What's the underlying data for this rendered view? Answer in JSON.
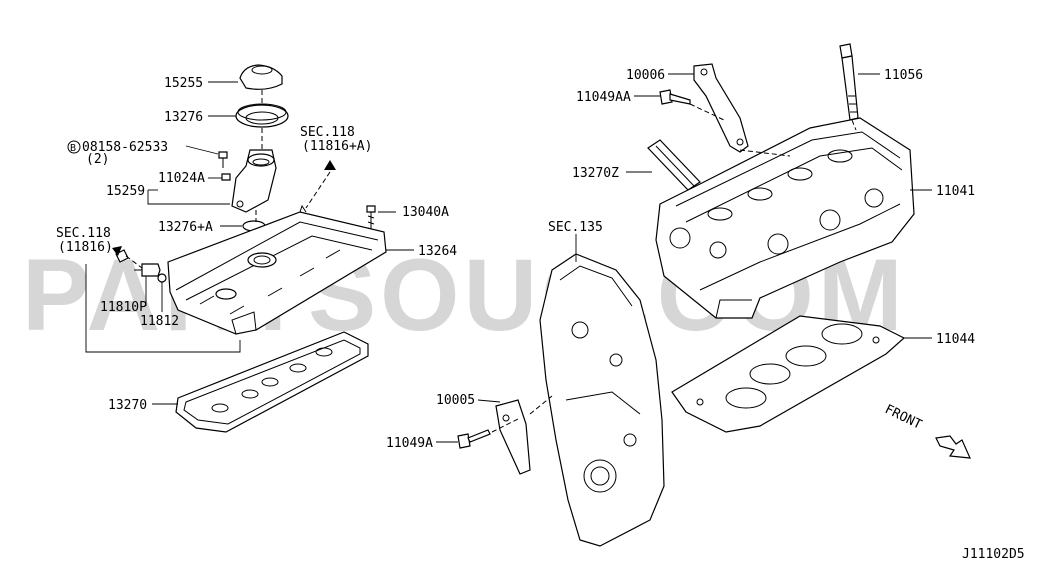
{
  "watermark": "PARTSOUQ.COM",
  "diagram_code": "J11102D5",
  "front_label": "FRONT",
  "labels": {
    "p15255": "15255",
    "p13276": "13276",
    "p08158": "08158-62533",
    "p08158_qty": "(2)",
    "b_mark": "B",
    "p11024a": "11024A",
    "p15259": "15259",
    "p13276a": "13276+A",
    "p13040a": "13040A",
    "p13264": "13264",
    "sec118_a": "SEC.118",
    "sec118_a_ref": "(11816+A)",
    "sec118_b": "SEC.118",
    "sec118_b_ref": "(11816)",
    "p11810p": "11810P",
    "p11812": "11812",
    "p13270": "13270",
    "p10006": "10006",
    "p11049aa": "11049AA",
    "p11056": "11056",
    "p13270z": "13270Z",
    "p11041": "11041",
    "sec135": "SEC.135",
    "p11044": "11044",
    "p10005": "10005",
    "p11049a": "11049A"
  }
}
